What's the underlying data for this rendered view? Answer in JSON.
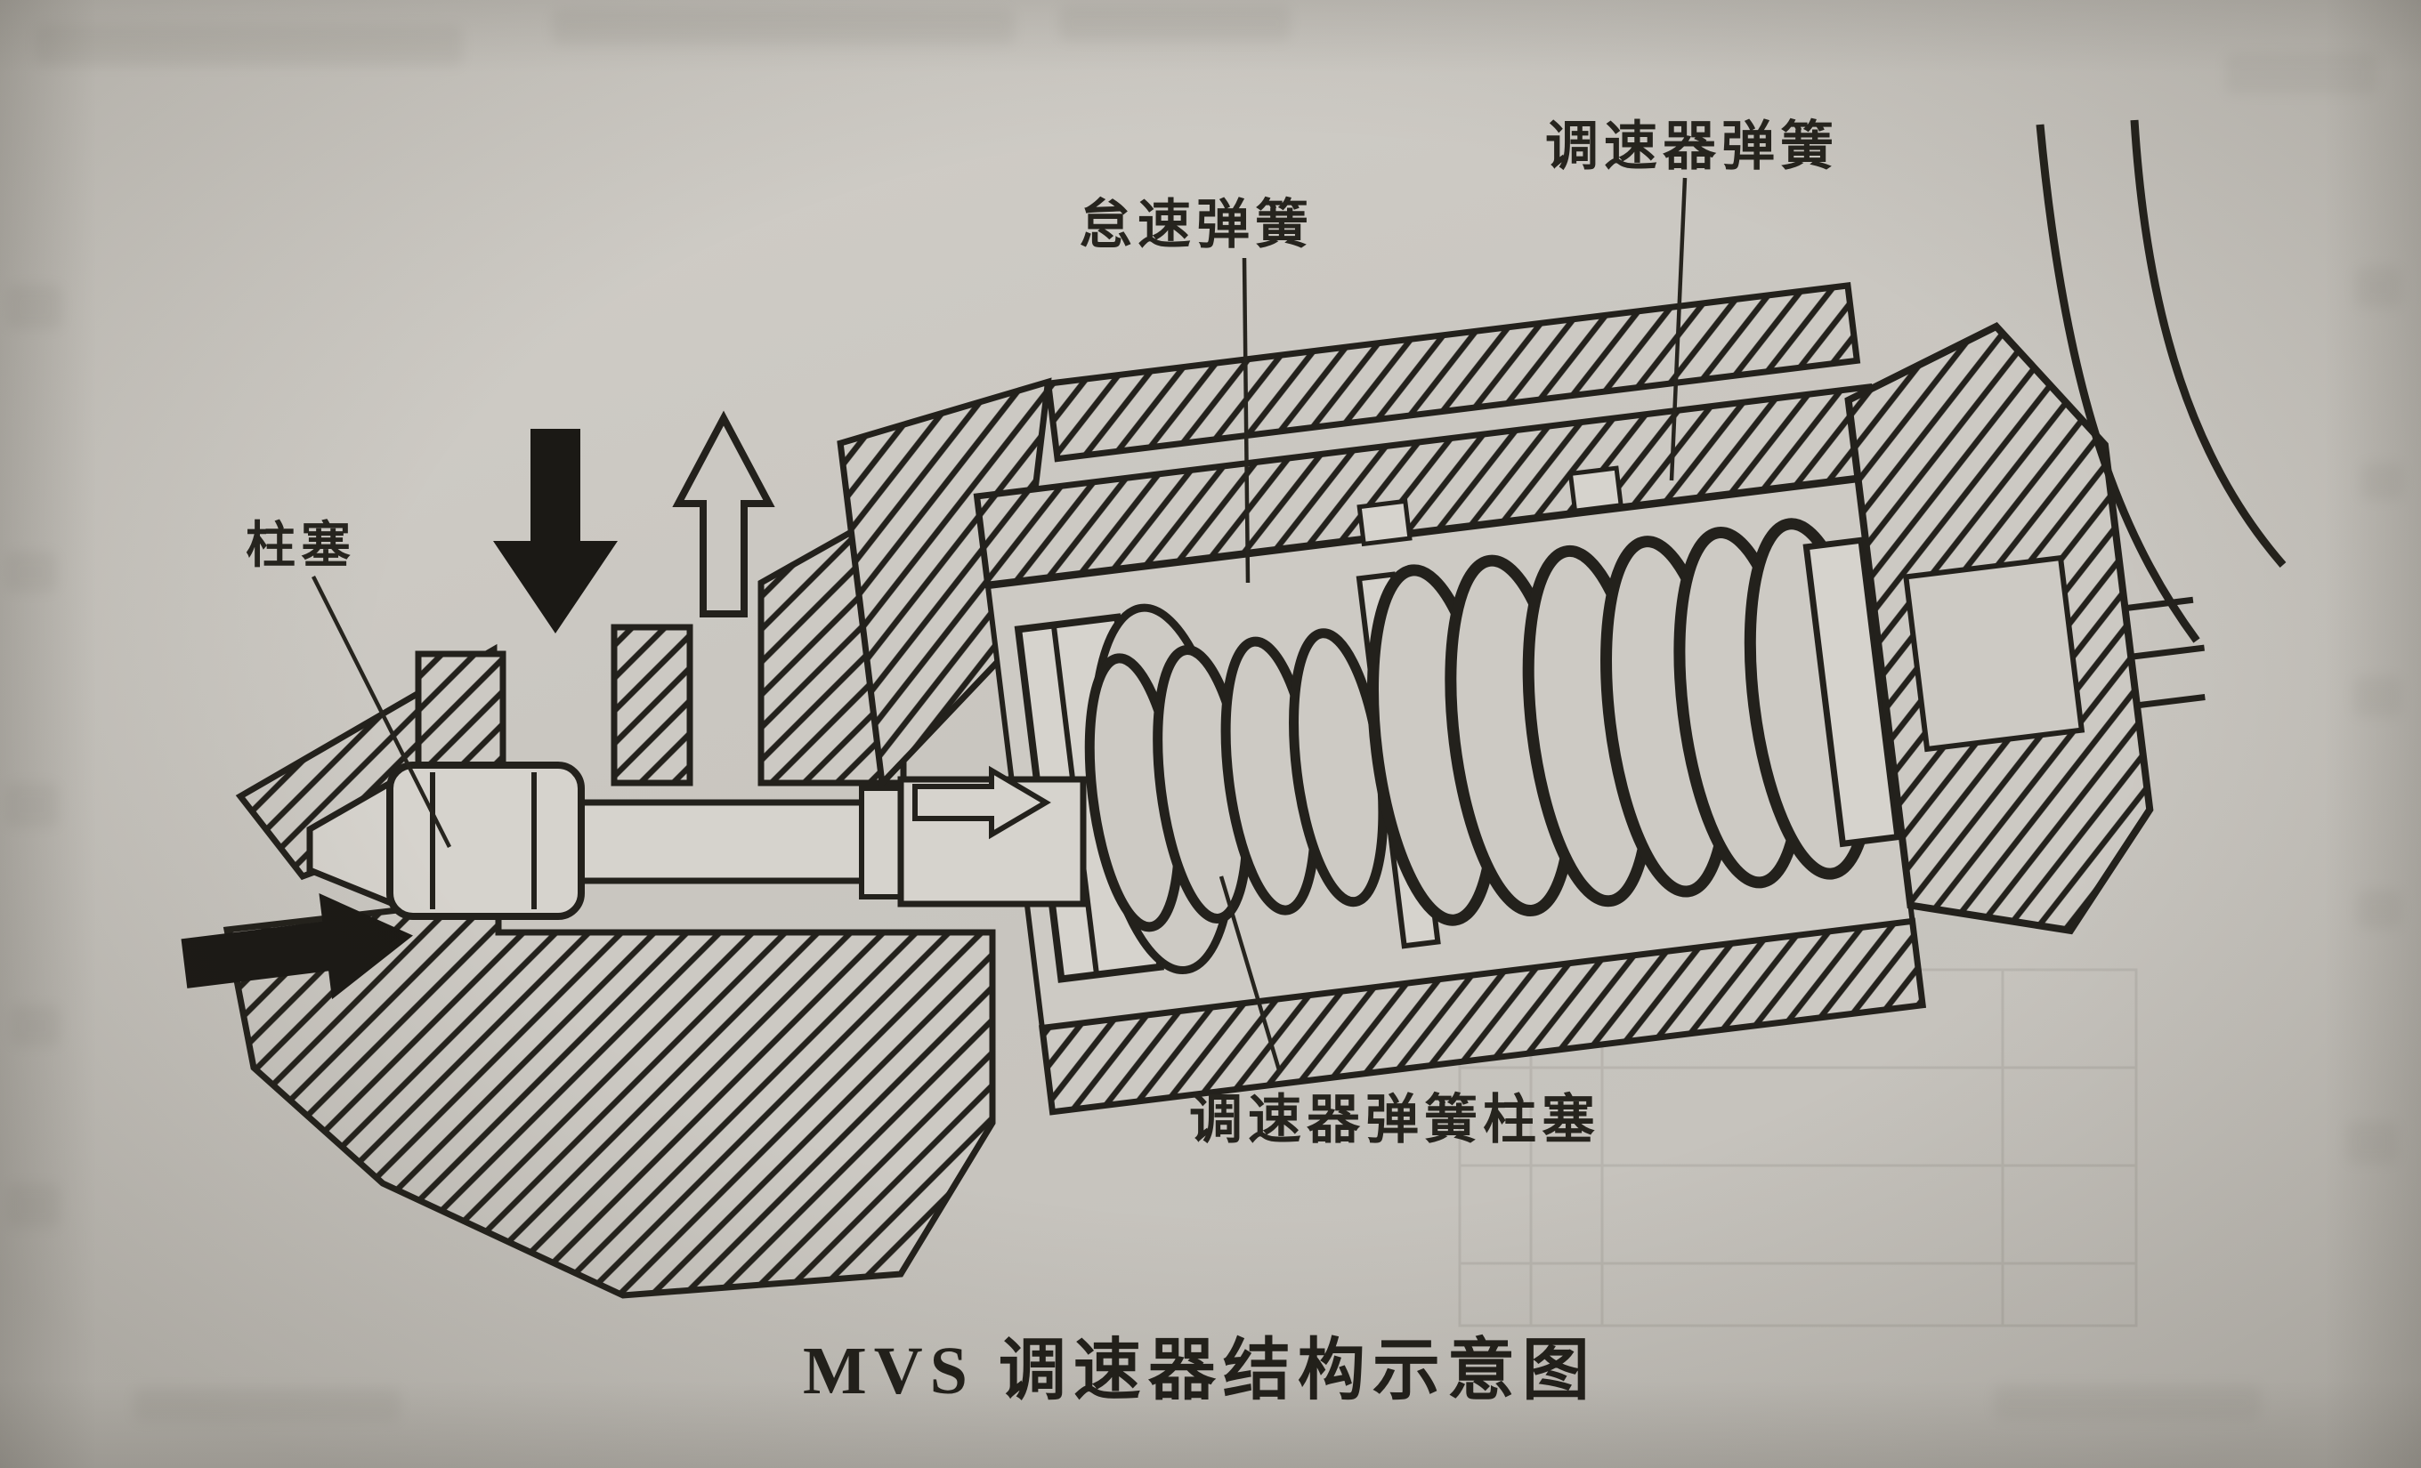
{
  "figure": {
    "caption": "MVS 调速器结构示意图",
    "labels": {
      "plunger": "柱塞",
      "idle_spring": "怠速弹簧",
      "governor_spring": "调速器弹簧",
      "governor_spring_plunger": "调速器弹簧柱塞"
    },
    "colors": {
      "paper": "#cac7c1",
      "ink": "#23211c"
    }
  }
}
